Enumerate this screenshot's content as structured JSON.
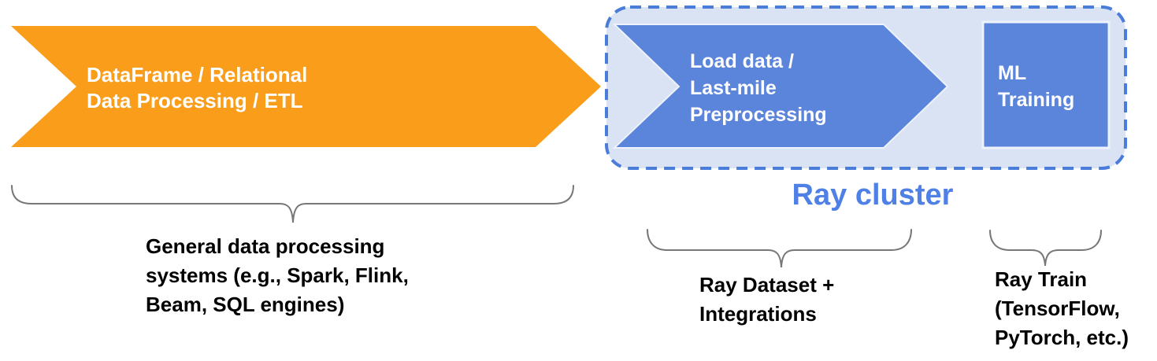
{
  "palette": {
    "orange": "#F99D1B",
    "blue": "#5B84DB",
    "container_fill": "#D9E3F4",
    "container_border": "#4A7CD9",
    "ray_cluster_text": "#4F80E5",
    "brace": "#777777",
    "label_text": "#000000",
    "shape_text": "#FFFFFF"
  },
  "pipeline": {
    "etl_arrow": {
      "label": "DataFrame / Relational\nData Processing / ETL"
    },
    "ray_cluster": {
      "title": "Ray cluster",
      "load_arrow": {
        "label": "Load data /\nLast-mile\nPreprocessing"
      },
      "ml_box": {
        "label": "ML\nTraining"
      }
    }
  },
  "annotations": {
    "general_systems": "General data processing\nsystems (e.g., Spark, Flink,\nBeam, SQL engines)",
    "ray_dataset": "Ray Dataset +\nIntegrations",
    "ray_train": "Ray Train\n(TensorFlow,\nPyTorch, etc.)"
  }
}
